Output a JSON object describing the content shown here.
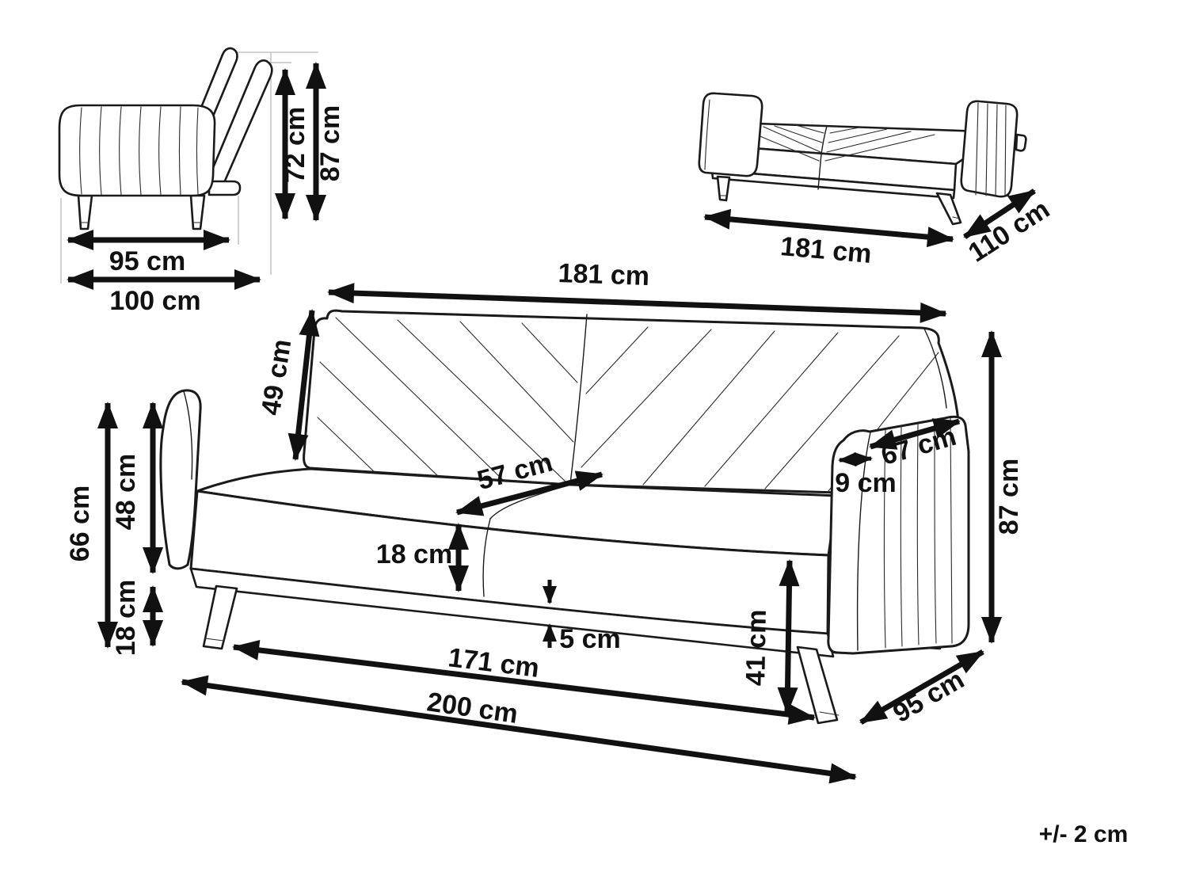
{
  "tolerance_note": "+/- 2 cm",
  "colors": {
    "ink": "#111111",
    "line": "#1a1a1a",
    "background": "#ffffff"
  },
  "side_view": {
    "seat_depth": "95 cm",
    "total_depth": "100 cm",
    "reclined_back_height": "72 cm",
    "upright_back_height": "87 cm"
  },
  "bed_view": {
    "length": "181 cm",
    "depth": "110 cm"
  },
  "main_view": {
    "width": "181 cm",
    "backrest_height": "49 cm",
    "seat_depth": "57 cm",
    "cushion_thickness": "18 cm",
    "rail_height": "5 cm",
    "leg_span": "171 cm",
    "total_length": "200 cm",
    "seat_height": "41 cm",
    "depth": "95 cm",
    "total_height": "87 cm",
    "armrest_top_length": "67 cm",
    "armrest_front_width": "9 cm",
    "armrest_height_total": "66 cm",
    "armrest_height_upper": "48 cm",
    "base_height": "18 cm"
  }
}
